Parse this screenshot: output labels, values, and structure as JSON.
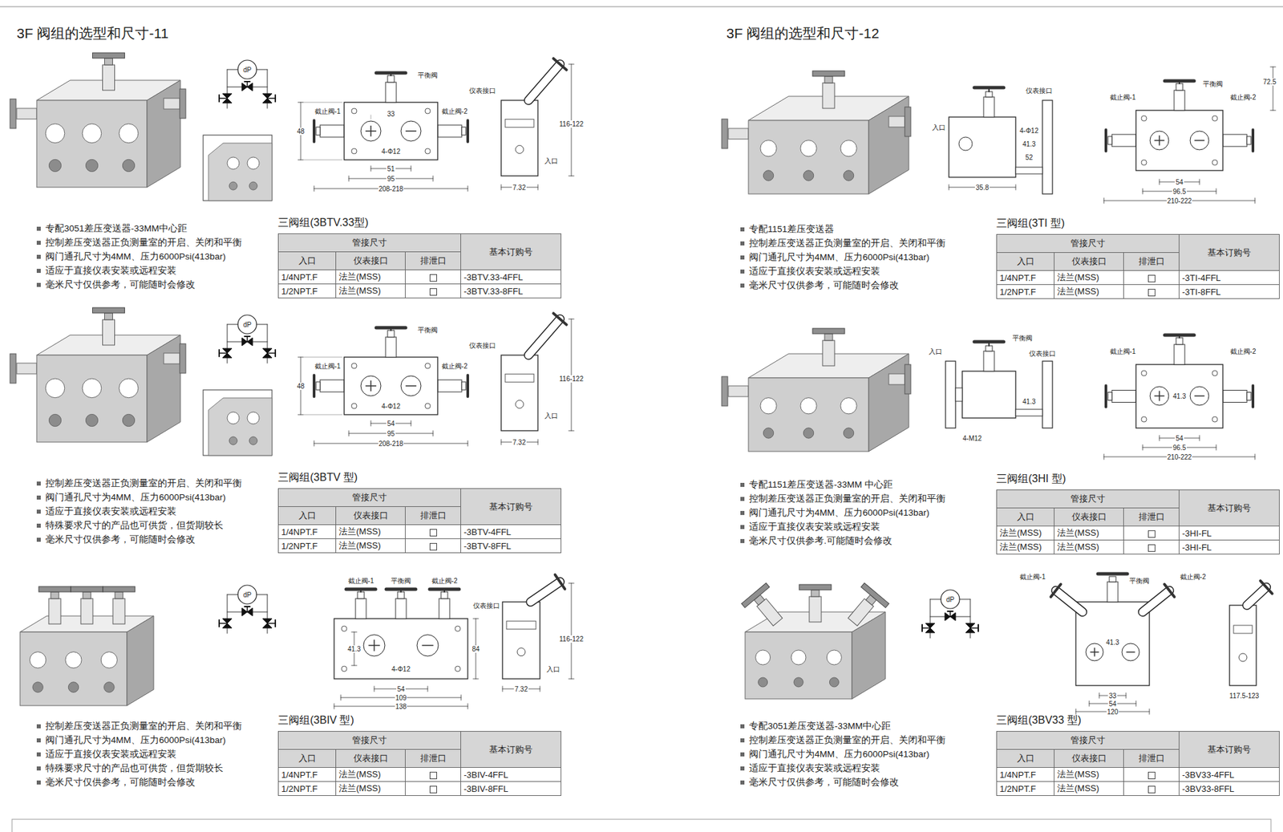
{
  "diagram": {
    "title": "3F 阀组的选型和尺寸-11",
    "labels": [
      "3F 阀组的选型和尺寸-12",
      "专配3051差压变送器-33MM中心距",
      "控制差压变送器正负测量室的开启、关闭和平衡",
      "阀门通孔尺寸为4MM、压力6000Psi(413bar)",
      "适应于直接仪表安装或远程安装",
      "毫米尺寸仅供参考，可能随时会修改",
      "三阀组(3BTV.33型)",
      "管接尺寸",
      "基本订购号",
      "入口",
      "仪表接口",
      "排泄口",
      "1/4NPT.F",
      "法兰(MSS)",
      "-3BTV.33-4FFL",
      "1/2NPT.F",
      "法兰(MSS)",
      "-3BTV.33-8FFL",
      "dP",
      "平衡阀",
      "截止阀-1",
      "截止阀-2",
      "33",
      "48",
      "4-Φ12",
      "51",
      "95",
      "208-218",
      "仪表接口",
      "入口",
      "116-122",
      "7.32",
      "控制差压变送器正负测量室的开启、关闭和平衡",
      "阀门通孔尺寸为4MM、压力6000Psi(413bar)",
      "适应于直接仪表安装或远程安装",
      "特殊要求尺寸的产品也可供货，但货期较长",
      "毫米尺寸仅供参考，可能随时会修改",
      "三阀组(3BTV 型)",
      "管接尺寸",
      "基本订购号",
      "入口",
      "仪表接口",
      "排泄口",
      "1/4NPT.F",
      "法兰(MSS)",
      "-3BTV-4FFL",
      "1/2NPT.F",
      "法兰(MSS)",
      "-3BTV-8FFL",
      "dP",
      "平衡阀",
      "截止阀-1",
      "截止阀-2",
      "48",
      "4-Φ12",
      "54",
      "95",
      "208-218",
      "仪表接口",
      "入口",
      "116-122",
      "7.32",
      "控制差压变送器正负测量室的开启、关闭和平衡",
      "阀门通孔尺寸为4MM、压力6000Psi(413bar)",
      "适应于直接仪表安装或远程安装",
      "特殊要求尺寸的产品也可供货，但货期较长",
      "毫米尺寸仅供参考，可能随时会修改",
      "三阀组(3BIV 型)",
      "管接尺寸",
      "基本订购号",
      "入口",
      "仪表接口",
      "排泄口",
      "1/4NPT.F",
      "法兰(MSS)",
      "-3BIV-4FFL",
      "1/2NPT.F",
      "法兰(MSS)",
      "-3BIV-8FFL",
      "dP",
      "截止阀-1",
      "平衡阀",
      "截止阀-2",
      "41.3",
      "4-Φ12",
      "84",
      "54",
      "109",
      "138",
      "仪表接口",
      "入口",
      "116-122",
      "7.32",
      "专配1151差压变送器",
      "控制差压变送器正负测量室的开启、关闭和平衡",
      "阀门通孔尺寸为4MM、压力6000Psi(413bar)",
      "适应于直接仪表安装或远程安装",
      "毫米尺寸仅供参考，可能随时会修改",
      "三阀组(3TI 型)",
      "管接尺寸",
      "基本订购号",
      "入口",
      "仪表接口",
      "排泄口",
      "1/4NPT.F",
      "法兰(MSS)",
      "-3TI-4FFL",
      "1/2NPT.F",
      "法兰(MSS)",
      "-3TI-8FFL",
      "入口",
      "仪表接口",
      "35.8",
      "4-Φ12",
      "41.3",
      "52",
      "平衡阀",
      "截止阀-1",
      "截止阀-2",
      "54",
      "96.5",
      "210-222",
      "72.5",
      "专配1151差压变送器-33MM 中心距",
      "控制差压变送器正负测量室的开启、关闭和平衡",
      "阀门通孔尺寸为4MM、压力6000Psi(413bar)",
      "适应于直接仪表安装或远程安装",
      "毫米尺寸仅供参考.可能随时会修改",
      "三阀组(3HI 型)",
      "管接尺寸",
      "基本订购号",
      "入口",
      "仪表接口",
      "排泄口",
      "法兰(MSS)",
      "法兰(MSS)",
      "-3HI-FL",
      "法兰(MSS)",
      "法兰(MSS)",
      "-3HI-FL",
      "平衡阀",
      "仪表接口",
      "入口",
      "4-M12",
      "41.3",
      "截止阀-1",
      "截止阀-2",
      "41.3",
      "54",
      "96.5",
      "210-222",
      "专配3051差压变送器-33MM中心距",
      "控制差压变送器正负测量室的开启、关闭和平衡",
      "阀门通孔尺寸为4MM、压力6000Psi(413bar)",
      "适应于直接仪表安装或远程安装",
      "毫米尺寸仅供参考，可能随时会修改",
      "三阀组(3BV33 型)",
      "管接尺寸",
      "基本订购号",
      "入口",
      "仪表接口",
      "排泄口",
      "1/4NPT.F",
      "法兰(MSS)",
      "-3BV33-4FFL",
      "1/2NPT.F",
      "法兰(MSS)",
      "-3BV33-8FFL",
      "dP",
      "截止阀-1",
      "平衡阀",
      "截止阀-2",
      "41.3",
      "33",
      "54",
      "120",
      "117.5-123"
    ]
  }
}
